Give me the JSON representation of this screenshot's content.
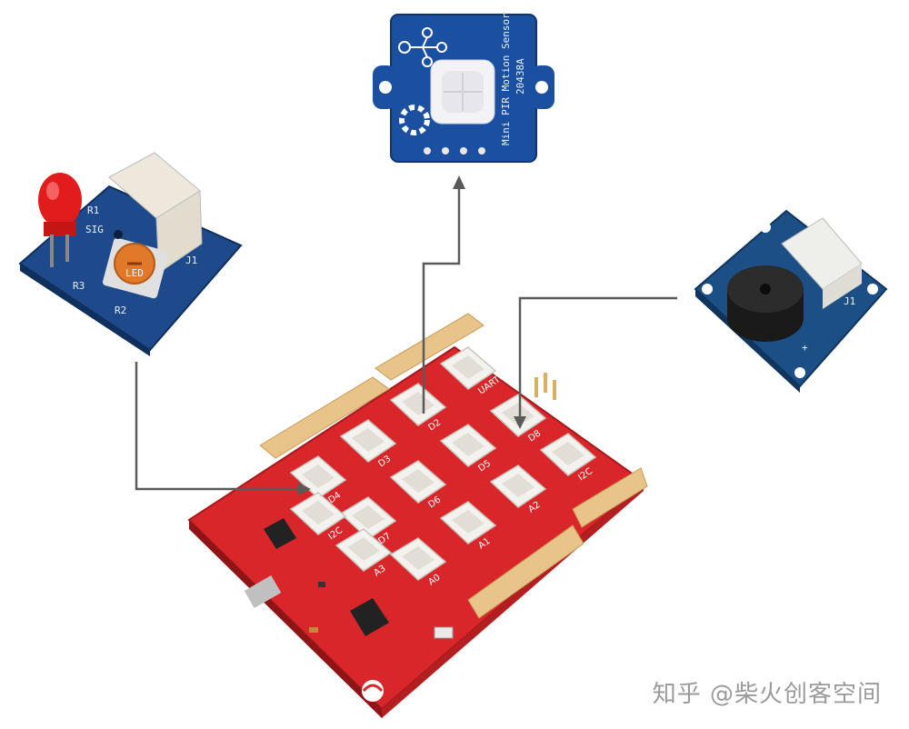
{
  "pir_module": {
    "label": "Mini PIR Motion Sensor",
    "code": "20438A"
  },
  "led_module": {
    "silk_r1": "R1",
    "silk_j1": "J1",
    "silk_r2": "R2",
    "silk_r3": "R3",
    "silk_sig": "SIG",
    "silk_led": "LED"
  },
  "buzzer_module": {
    "silk_j1": "J1",
    "silk_plus": "+"
  },
  "base_shield": {
    "ports": [
      "D4",
      "D3",
      "D2",
      "UART",
      "D8",
      "D7",
      "D6",
      "D5",
      "I2C",
      "A0",
      "A1",
      "A2",
      "A3",
      "I2C"
    ]
  },
  "watermark": {
    "platform": "知乎",
    "author": "@柴火创客空间"
  }
}
